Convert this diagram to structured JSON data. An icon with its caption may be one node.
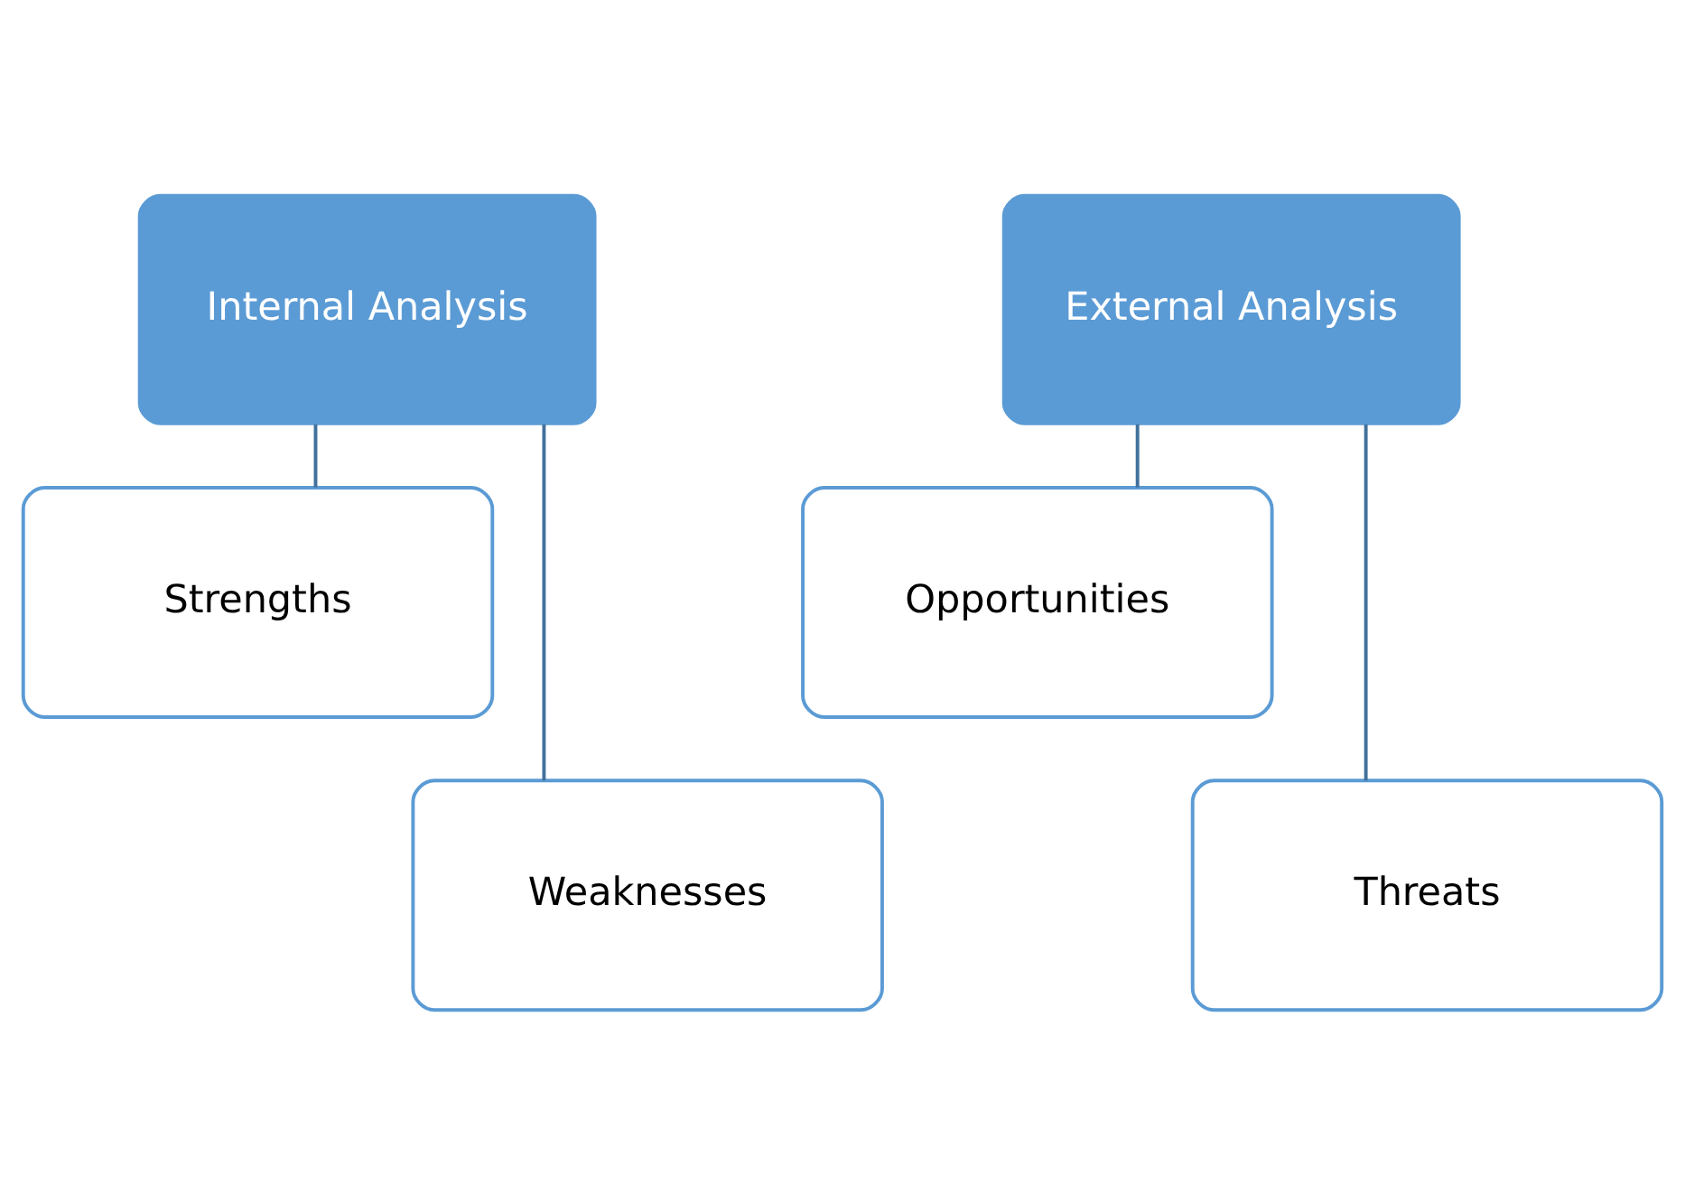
{
  "diagram": {
    "nodes": [
      {
        "text": [
          "Internal Analysis"
        ]
      },
      {
        "text": [
          "Strengths"
        ]
      },
      {
        "text": [
          "Weaknesses"
        ]
      },
      {
        "text": [
          "External Analysis"
        ]
      },
      {
        "text": [
          "Opportunities"
        ]
      },
      {
        "text": [
          "Threats"
        ]
      }
    ],
    "edges": [
      {
        "from": 0,
        "to": 1,
        "arrow": "none"
      },
      {
        "from": 0,
        "to": 2,
        "arrow": "none"
      },
      {
        "from": 3,
        "to": 4,
        "arrow": "none"
      },
      {
        "from": 3,
        "to": 5,
        "arrow": "none"
      }
    ]
  }
}
